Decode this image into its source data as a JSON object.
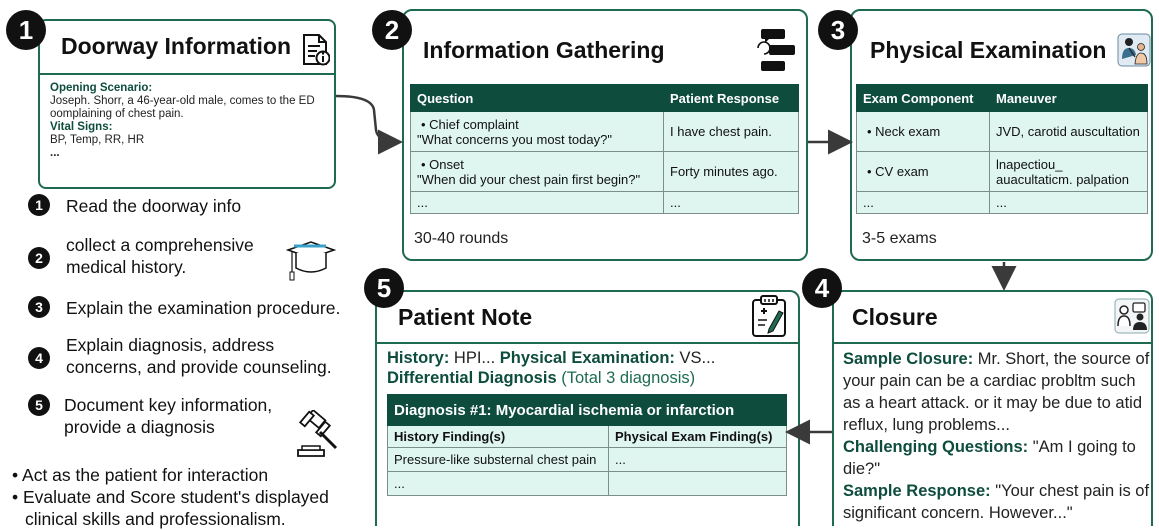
{
  "doorway": {
    "badge": "1",
    "title": "Doorway Information",
    "opening_label": "Opening Scenario:",
    "opening_text_1": "Joseph. Shorr, a 46-year-old male, comes to the ED",
    "opening_text_2": "oomplaining of chest pain.",
    "vitals_label": "Vital Signs:",
    "vitals_text": "BP, Temp, RR, HR",
    "ellipsis": "..."
  },
  "gathering": {
    "badge": "2",
    "title": "Information Gathering",
    "headers": [
      "Question",
      "Patient Response"
    ],
    "rows": [
      {
        "q1": "• Chief complaint",
        "q2": "\"What concerns you most today?\"",
        "r": "I have chest pain."
      },
      {
        "q1": "• Onset",
        "q2": "\"When did your chest pain first begin?\"",
        "r": "Forty minutes ago."
      },
      {
        "q1": "...",
        "q2": "",
        "r": "..."
      }
    ],
    "footer": "30-40 rounds"
  },
  "exam": {
    "badge": "3",
    "title": "Physical Examination",
    "headers": [
      "Exam Component",
      "Maneuver"
    ],
    "rows": [
      {
        "c": "• Neck exam",
        "m": "JVD, carotid auscultation"
      },
      {
        "c": "• CV exam",
        "m": "lnapectiou_ auacultaticm. palpation"
      },
      {
        "c": "...",
        "m": "..."
      }
    ],
    "footer": "3-5 exams"
  },
  "note": {
    "badge": "5",
    "title": "Patient Note",
    "history_label": "History:",
    "history_text": " HPI... ",
    "pe_label": "Physical Examination:",
    "pe_text": " VS...",
    "dd_label": "Differential Diagnosis",
    "dd_text": " (Total 3 diagnosis)",
    "diag_header": "Diagnosis #1: Myocardial ischemia or infarction",
    "headers": [
      "History Finding(s)",
      "Physical Exam Finding(s)"
    ],
    "rows": [
      {
        "h": "Pressure-like substernal chest pain",
        "p": "..."
      },
      {
        "h": "...",
        "p": ""
      }
    ]
  },
  "closure": {
    "badge": "4",
    "title": "Closure",
    "sample_label": "Sample Closure:",
    "sample_text": " Mr. Short, the source of your pain can be a cardiac probltm such as a heart attack. or it may be due to atid reflux, lung problems...",
    "challenge_label": "Challenging Questions:",
    "challenge_text": " \"Am I going to die?\"",
    "response_label": "Sample Response:",
    "response_text": " \"Your chest pain is of significant concern. However...\""
  },
  "steps": [
    {
      "num": "1",
      "text_1": "Read the doorway info",
      "text_2": ""
    },
    {
      "num": "2",
      "text_1": "collect a comprehensive",
      "text_2": "medical history."
    },
    {
      "num": "3",
      "text_1": "Explain the examination procedure.",
      "text_2": ""
    },
    {
      "num": "4",
      "text_1": "Explain diagnosis, address",
      "text_2": "concerns, and provide counseling."
    },
    {
      "num": "5",
      "text_1": "Document key information,",
      "text_2": "provide a diagnosis"
    }
  ],
  "bullets": [
    "• Act as the patient for interaction",
    "• Evaluate and Score student's displayed",
    "clinical skills and professionalism."
  ],
  "icons": {
    "doorway": "document-info-icon",
    "gathering": "chat-bubbles-icon",
    "exam": "doctor-patient-icon",
    "note": "clipboard-pen-icon",
    "closure": "consultation-icon",
    "student": "graduation-cap-icon",
    "judge": "gavel-icon"
  },
  "colors": {
    "accent": "#1e6b52",
    "header": "#0e4d3d",
    "cell": "#dff5f0"
  }
}
